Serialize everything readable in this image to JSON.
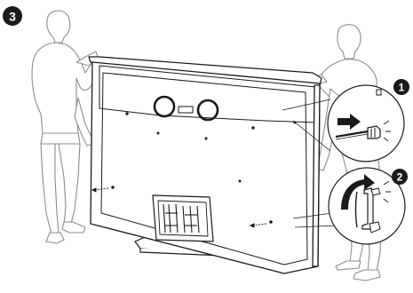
{
  "step": {
    "number": "3"
  },
  "callouts": [
    {
      "number": "1"
    },
    {
      "number": "2"
    }
  ],
  "colors": {
    "line": "#1a1a1a",
    "person_outline": "#8c8c8c",
    "person_fill": "#ffffff",
    "badge": "#1a1a1a",
    "badge_text": "#ffffff",
    "tv_fill": "#ffffff"
  }
}
